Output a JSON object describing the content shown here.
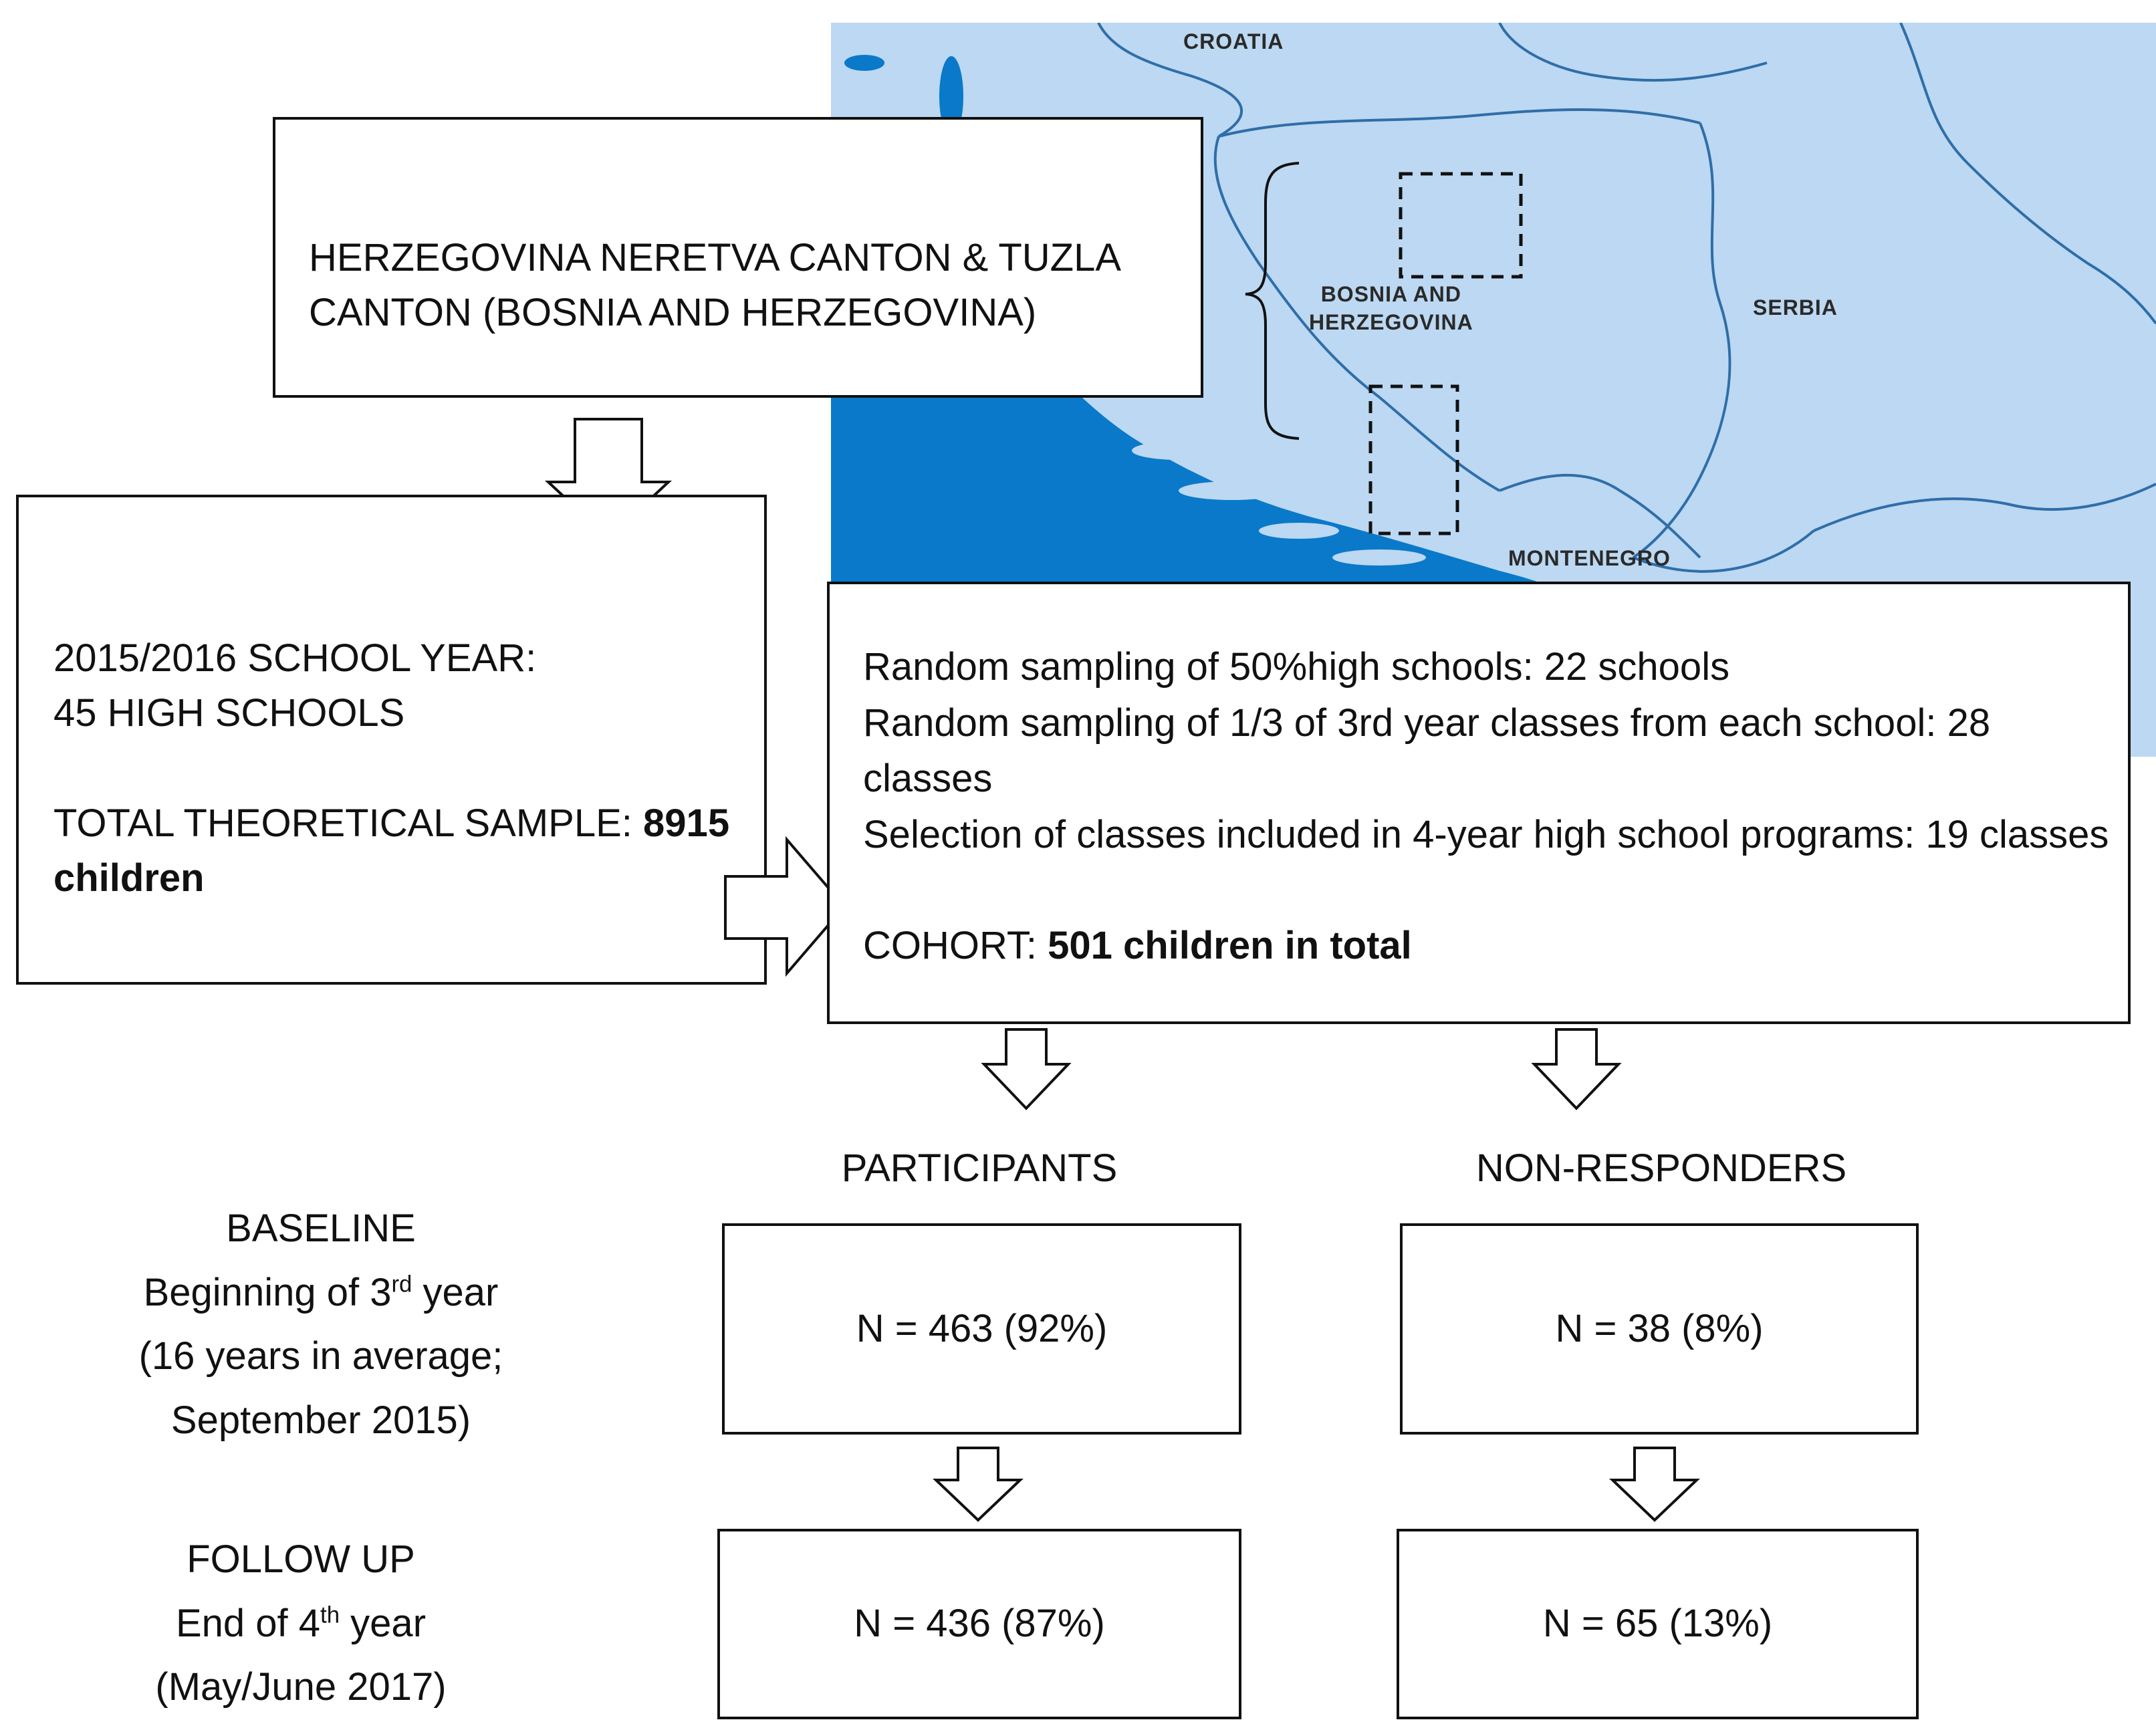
{
  "map": {
    "countries": {
      "croatia": "CROATIA",
      "bosnia": "BOSNIA AND\nHERZEGOVINA",
      "serbia": "SERBIA",
      "montenegro": "MONTENEGRO"
    },
    "colors": {
      "land": "#bcd8f2",
      "sea": "#0a79c9",
      "border": "#2f6ea8"
    }
  },
  "region_box": {
    "line1": "HERZEGOVINA NERETVA CANTON & TUZLA",
    "line2": "CANTON (BOSNIA AND HERZEGOVINA)"
  },
  "school_box": {
    "line1": "2015/2016 SCHOOL YEAR:",
    "line2": "45 HIGH SCHOOLS",
    "line3_text": "TOTAL THEORETICAL SAMPLE: ",
    "line3_bold": "8915",
    "line4_bold": "children"
  },
  "sampling_box": {
    "line1": "Random sampling of 50%high schools: 22 schools",
    "line2": "Random sampling of 1/3 of 3rd year classes from each school: 28",
    "line3": "classes",
    "line4": "Selection of classes included in 4-year high school programs: 19 classes",
    "cohort_text": "COHORT: ",
    "cohort_bold": "501 children in total"
  },
  "columns": {
    "participants": "PARTICIPANTS",
    "non_responders": "NON-RESPONDERS"
  },
  "baseline": {
    "title": "BASELINE",
    "line2_a": "Beginning of 3",
    "line2_sup": "rd",
    "line2_b": " year",
    "line3": "(16 years in average;",
    "line4": "September 2015)",
    "participants": "N = 463 (92%)",
    "non_responders": "N = 38 (8%)"
  },
  "follow_up": {
    "title": "FOLLOW UP",
    "line2_a": "End of 4",
    "line2_sup": "th",
    "line2_b": "  year",
    "line3": "(May/June 2017)",
    "participants": "N = 436 (87%)",
    "non_responders": "N = 65 (13%)"
  }
}
